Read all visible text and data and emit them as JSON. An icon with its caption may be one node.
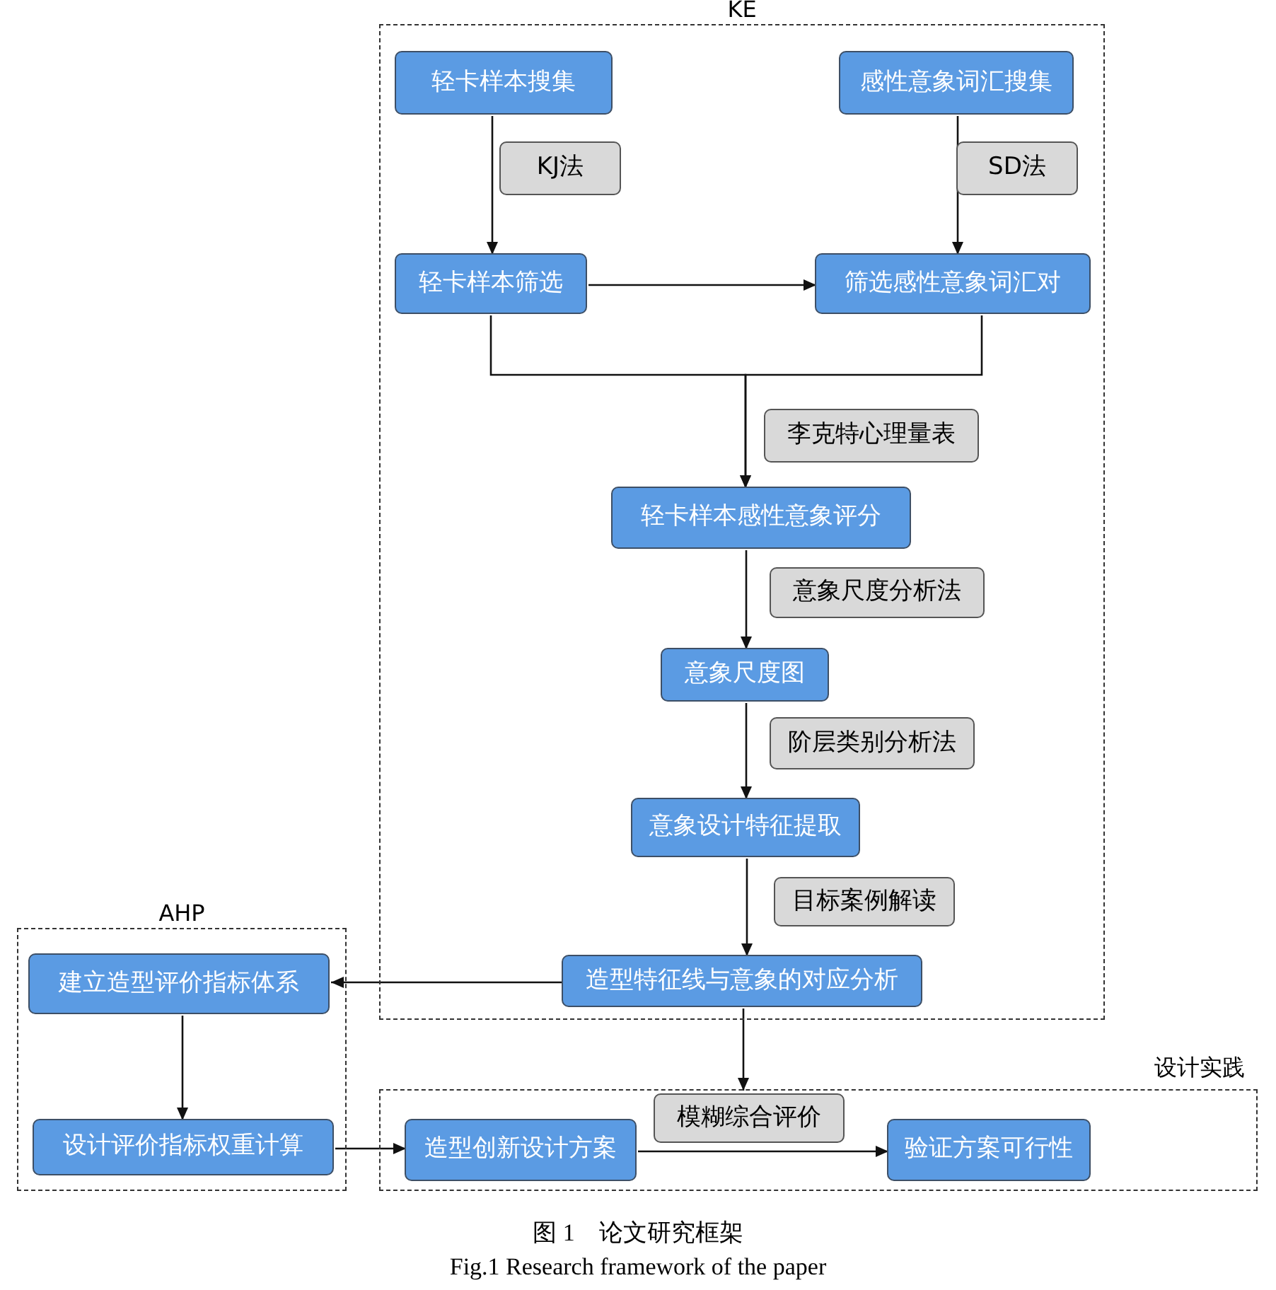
{
  "diagram": {
    "caption": "图 1　论文研究框架",
    "nodes": [
      {
        "text": [
          "KE"
        ]
      },
      {
        "text": [
          "轻卡样本搜集"
        ],
        "in": 0
      },
      {
        "text": [
          "感性意象词汇搜集"
        ],
        "in": 0
      },
      {
        "text": [
          "KJ法"
        ],
        "in": 0
      },
      {
        "text": [
          "SD法"
        ],
        "in": 0
      },
      {
        "text": [
          "轻卡样本筛选"
        ],
        "in": 0
      },
      {
        "text": [
          "筛选感性意象词汇对"
        ],
        "in": 0
      },
      {
        "text": [
          "李克特心理量表"
        ],
        "in": 0
      },
      {
        "text": [
          "轻卡样本感性意象评分"
        ],
        "in": 0
      },
      {
        "text": [
          "意象尺度分析法"
        ],
        "in": 0
      },
      {
        "text": [
          "意象尺度图"
        ],
        "in": 0
      },
      {
        "text": [
          "阶层类别分析法"
        ],
        "in": 0
      },
      {
        "text": [
          "意象设计特征提取"
        ],
        "in": 0
      },
      {
        "text": [
          "目标案例解读"
        ],
        "in": 0
      },
      {
        "text": [
          "造型特征线与意象的对应分析"
        ],
        "in": 0
      },
      {
        "text": [
          "AHP"
        ]
      },
      {
        "text": [
          "建立造型评价指标体系"
        ],
        "in": 15
      },
      {
        "text": [
          "设计评价指标权重计算"
        ],
        "in": 15
      },
      {
        "text": [
          "设计实践"
        ]
      },
      {
        "text": [
          "造型创新设计方案"
        ],
        "in": 18
      },
      {
        "text": [
          "模糊综合评价"
        ],
        "in": 18
      },
      {
        "text": [
          "验证方案可行性"
        ],
        "in": 18
      }
    ],
    "edges": [
      {
        "from": 1,
        "to": 5,
        "arrow": "to"
      },
      {
        "from": 2,
        "to": 6,
        "arrow": "to"
      },
      {
        "from": 5,
        "to": 6,
        "arrow": "to"
      },
      {
        "from": 5,
        "to": 8,
        "arrow": "to"
      },
      {
        "from": 6,
        "to": 8,
        "arrow": "to"
      },
      {
        "from": 8,
        "to": 10,
        "arrow": "to"
      },
      {
        "from": 10,
        "to": 12,
        "arrow": "to"
      },
      {
        "from": 12,
        "to": 14,
        "arrow": "to"
      },
      {
        "from": 14,
        "to": 16,
        "arrow": "to"
      },
      {
        "from": 16,
        "to": 17,
        "arrow": "to"
      },
      {
        "from": 17,
        "to": 19,
        "arrow": "to"
      },
      {
        "from": 19,
        "to": 21,
        "arrow": "to"
      },
      {
        "from": 14,
        "to": 18,
        "arrow": "to"
      }
    ],
    "labels": [
      "Fig.1 Research framework of the paper"
    ]
  }
}
